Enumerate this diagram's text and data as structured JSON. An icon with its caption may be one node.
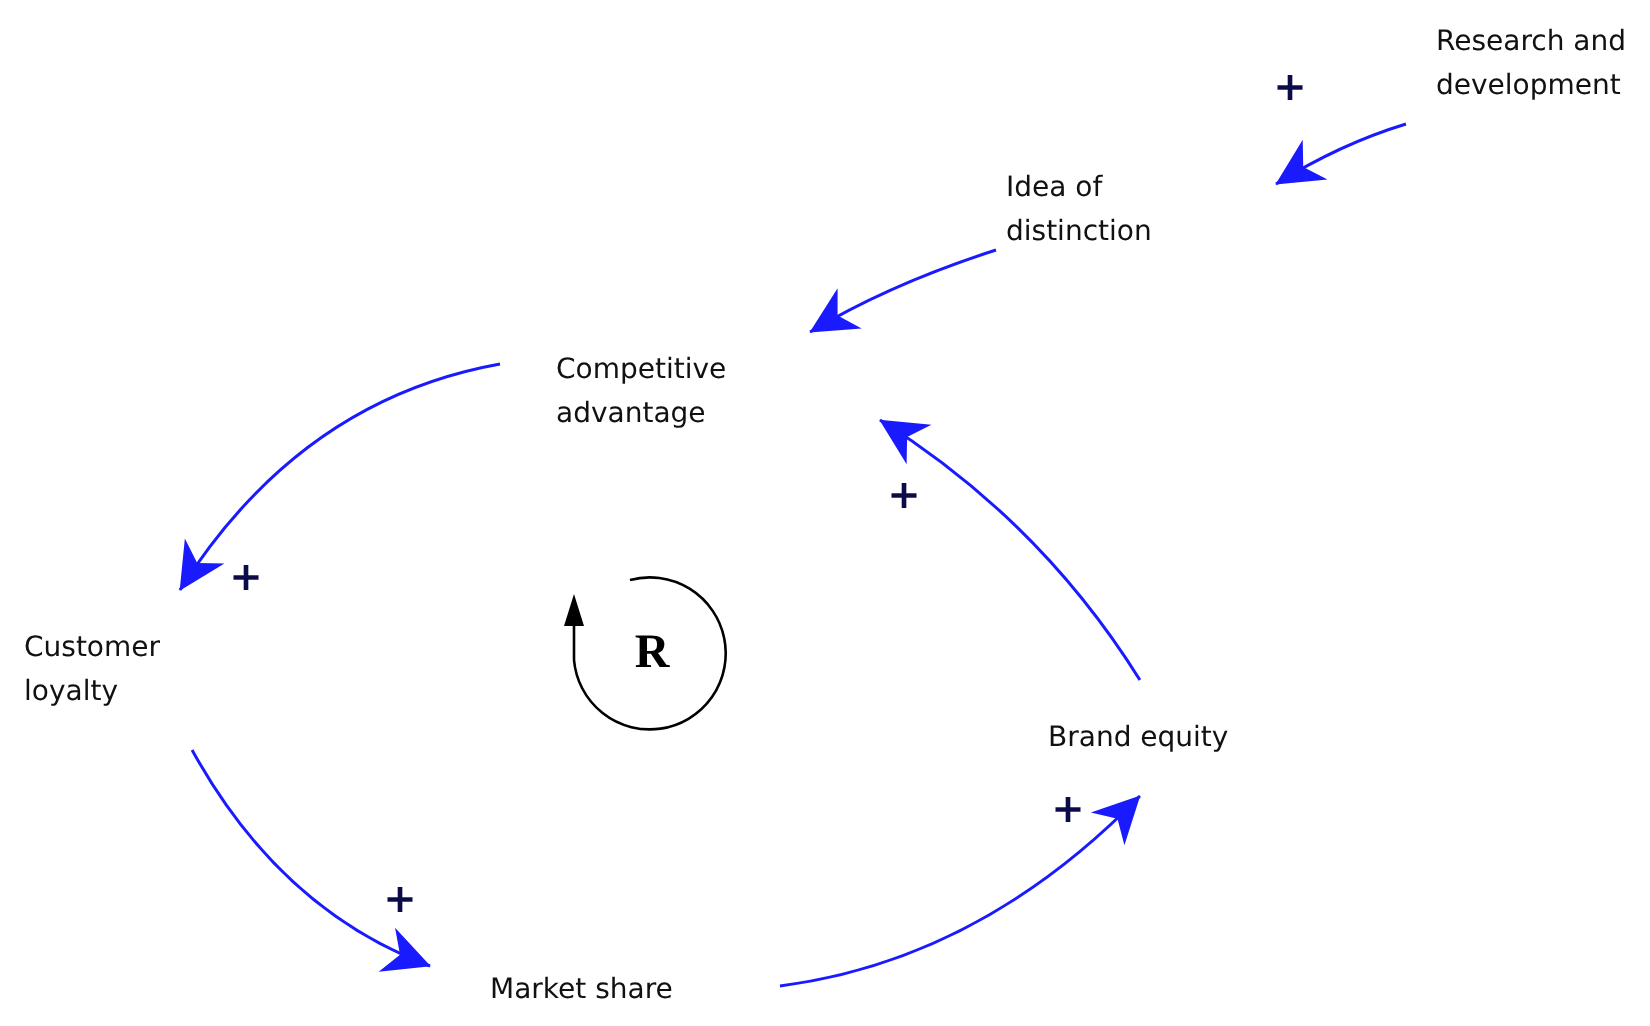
{
  "diagram": {
    "nodes": [
      {
        "text": [
          "Research and development"
        ]
      },
      {
        "text": [
          "Idea of distinction"
        ]
      },
      {
        "text": [
          "Competitive advantage"
        ]
      },
      {
        "text": [
          "Customer loyalty"
        ]
      },
      {
        "text": [
          "Market share"
        ]
      },
      {
        "text": [
          "Brand equity"
        ]
      }
    ],
    "edges": [
      {
        "from": 0,
        "to": 1,
        "arrow": "to",
        "label": "+"
      },
      {
        "from": 1,
        "to": 2,
        "arrow": "to"
      },
      {
        "from": 2,
        "to": 3,
        "arrow": "to",
        "label": "+"
      },
      {
        "from": 3,
        "to": 4,
        "arrow": "to",
        "label": "+"
      },
      {
        "from": 4,
        "to": 5,
        "arrow": "to",
        "label": "+"
      },
      {
        "from": 5,
        "to": 2,
        "arrow": "to",
        "label": "+"
      }
    ],
    "labels": [
      "R"
    ]
  }
}
